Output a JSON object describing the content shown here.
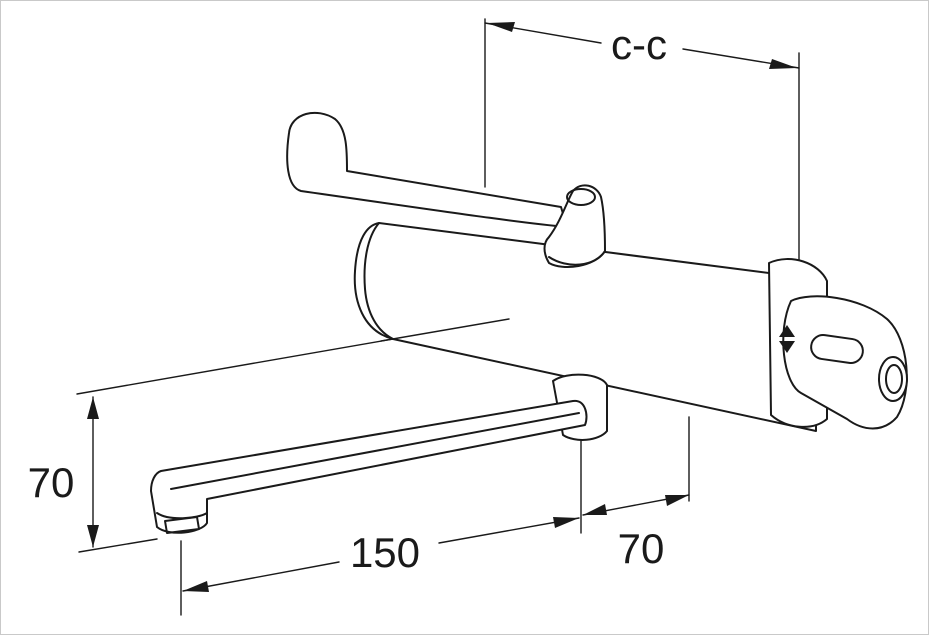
{
  "drawing": {
    "dim_cc": "c-c",
    "dim_height": "70",
    "dim_spout_length": "150",
    "dim_wall_offset": "70"
  },
  "colors": {
    "line": "#1a1a1a",
    "background": "#ffffff"
  }
}
